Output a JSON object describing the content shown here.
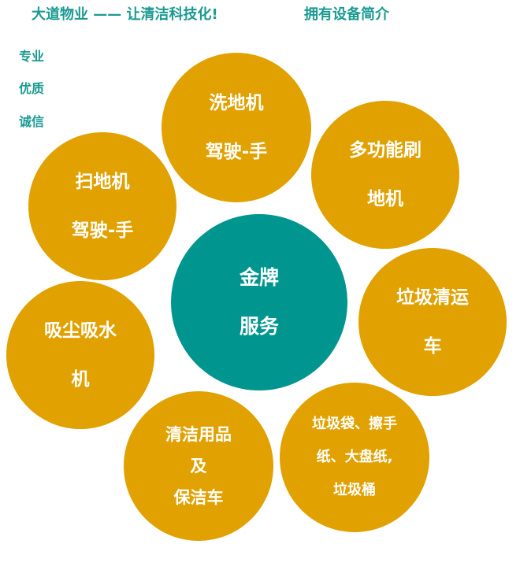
{
  "header": {
    "company_slogan": "大道物业 —— 让清洁科技化!",
    "section_title": "拥有设备简介"
  },
  "slogans": [
    "专业",
    "优质",
    "诚信"
  ],
  "center": {
    "lines": [
      "金牌",
      "服务"
    ],
    "color": "#00968f"
  },
  "bubbles": [
    {
      "lines": [
        "洗地机",
        "驾驶-手"
      ]
    },
    {
      "lines": [
        "多功能刷",
        "地机"
      ]
    },
    {
      "lines": [
        "扫地机",
        "驾驶-手"
      ]
    },
    {
      "lines": [
        "垃圾清运",
        "车"
      ]
    },
    {
      "lines": [
        "吸尘吸水",
        "机"
      ]
    },
    {
      "lines": [
        "清洁用品",
        "及",
        "保洁车"
      ]
    },
    {
      "lines": [
        "垃圾袋、擦手",
        "纸、大盘纸,",
        "垃圾桶"
      ]
    }
  ],
  "colors": {
    "accent_teal": "#1a9a92",
    "bubble_gold": "#e1a100"
  }
}
